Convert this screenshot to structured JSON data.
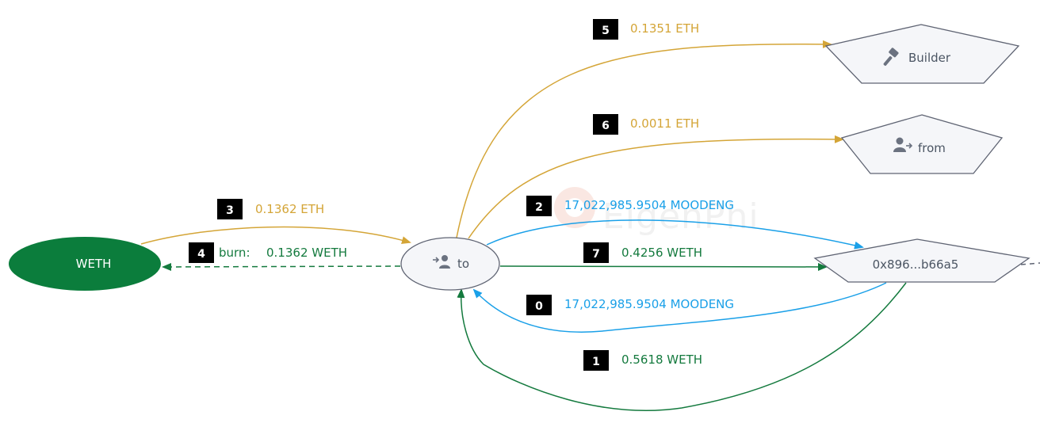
{
  "colors": {
    "eth": "#D4A537",
    "weth": "#147A3E",
    "moodeng": "#1AA0E8",
    "node_fill": "#F5F6F9",
    "node_stroke": "#5F6473",
    "weth_fill": "#0B7D3C",
    "badge": "#000000"
  },
  "watermark": "EigenPhi",
  "nodes": {
    "weth": {
      "label": "WETH"
    },
    "to": {
      "label": "to",
      "icon": "user-in-icon"
    },
    "builder": {
      "label": "Builder",
      "icon": "hammer-icon"
    },
    "from": {
      "label": "from",
      "icon": "user-out-icon"
    },
    "pool": {
      "label": "0x896...b66a5"
    }
  },
  "edges": [
    {
      "step": "0",
      "prefix": "",
      "amount": "17,022,985.9504 MOODENG",
      "token": "moodeng"
    },
    {
      "step": "1",
      "prefix": "",
      "amount": "0.5618 WETH",
      "token": "weth"
    },
    {
      "step": "2",
      "prefix": "",
      "amount": "17,022,985.9504 MOODENG",
      "token": "moodeng"
    },
    {
      "step": "3",
      "prefix": "",
      "amount": "0.1362 ETH",
      "token": "eth"
    },
    {
      "step": "4",
      "prefix": "burn:",
      "amount": "0.1362 WETH",
      "token": "weth"
    },
    {
      "step": "5",
      "prefix": "",
      "amount": "0.1351 ETH",
      "token": "eth"
    },
    {
      "step": "6",
      "prefix": "",
      "amount": "0.0011 ETH",
      "token": "eth"
    },
    {
      "step": "7",
      "prefix": "",
      "amount": "0.4256 WETH",
      "token": "weth"
    }
  ]
}
